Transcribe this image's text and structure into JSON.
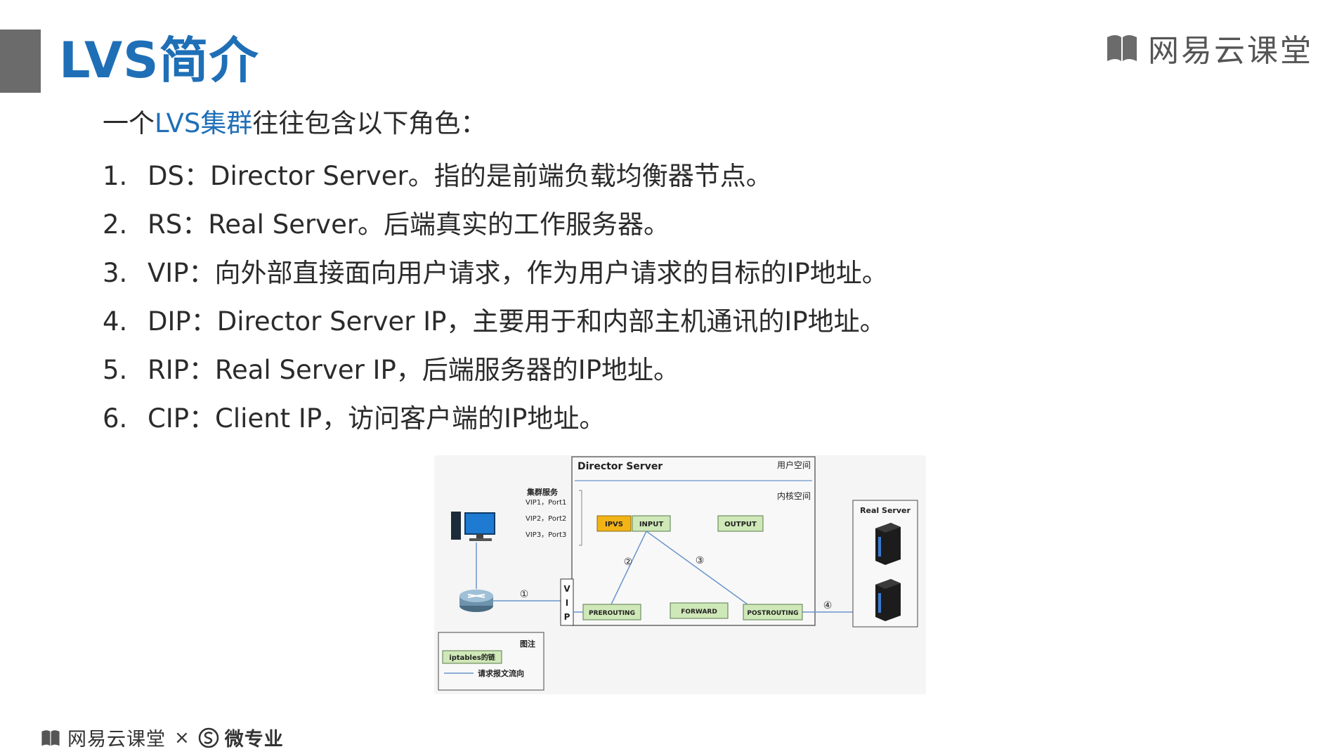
{
  "title": "LVS简介",
  "brand": {
    "name": "网易云课堂"
  },
  "intro": {
    "before": "一个",
    "highlight": "LVS集群",
    "after": "往往包含以下角色："
  },
  "roles": [
    {
      "num": "1.",
      "text": "DS：Director Server。指的是前端负载均衡器节点。"
    },
    {
      "num": "2.",
      "text": "RS：Real Server。后端真实的工作服务器。"
    },
    {
      "num": "3.",
      "text": "VIP：向外部直接面向用户请求，作为用户请求的目标的IP地址。"
    },
    {
      "num": "4.",
      "text": "DIP：Director Server IP，主要用于和内部主机通讯的IP地址。"
    },
    {
      "num": "5.",
      "text": "RIP：Real Server IP，后端服务器的IP地址。"
    },
    {
      "num": "6.",
      "text": "CIP：Client IP，访问客户端的IP地址。"
    }
  ],
  "diagram": {
    "director_title": "Director Server",
    "user_space": "用户空间",
    "kernel_space": "内核空间",
    "cluster_service": "集群服务",
    "vip_ports": [
      "VIP1，Port1",
      "VIP2，Port2",
      "VIP3，Port3"
    ],
    "vip_letters": [
      "V",
      "I",
      "P"
    ],
    "chains": {
      "ipvs": "IPVS",
      "input": "INPUT",
      "output": "OUTPUT",
      "prerouting": "PREROUTING",
      "forward": "FORWARD",
      "postrouting": "POSTROUTING"
    },
    "steps": [
      "①",
      "②",
      "③",
      "④"
    ],
    "real_server": "Real Server",
    "legend": {
      "title": "图注",
      "chain_label": "iptables的链",
      "flow_label": "请求报文流向"
    }
  },
  "footer": {
    "brand1": "网易云课堂",
    "separator": "×",
    "brand2": "微专业"
  },
  "colors": {
    "title": "#1f6fb7",
    "highlight": "#1f6fb7",
    "chain_fill": "#cfe8b8",
    "ipvs_fill": "#f2b317",
    "flow_line": "#6a95cc"
  }
}
